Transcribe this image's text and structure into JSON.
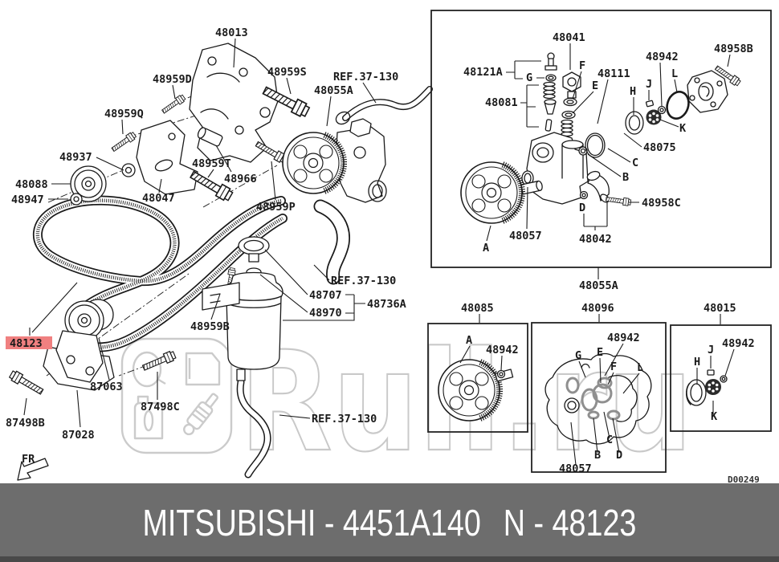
{
  "watermark": {
    "text": "Ruli.ru"
  },
  "footer": {
    "left": "MITSUBISHI - 4451A140",
    "right": "N - 48123",
    "background": "#6d6d6d",
    "text_color": "#ffffff"
  },
  "diagram": {
    "ref_label": "REF.37-130",
    "fr_label": "FR",
    "drawing_code": "D00249",
    "highlighted_part": "48123",
    "highlight_color": "#f08080",
    "parts": {
      "48013": "48013",
      "48959D": "48959D",
      "48959Q": "48959Q",
      "48959S": "48959S",
      "48055A": "48055A",
      "48937": "48937",
      "48088": "48088",
      "48947": "48947",
      "48047": "48047",
      "48959T": "48959T",
      "48966": "48966",
      "48959P": "48959P",
      "48123": "48123",
      "87063": "87063",
      "87498B": "87498B",
      "87028": "87028",
      "87498C": "87498C",
      "48959B": "48959B",
      "48707": "48707",
      "48970": "48970",
      "48736A": "48736A",
      "48041": "48041",
      "48121A": "48121A",
      "48081": "48081",
      "48111": "48111",
      "48942": "48942",
      "48958B": "48958B",
      "48075": "48075",
      "48057": "48057",
      "48042": "48042",
      "48958C": "48958C",
      "48085": "48085",
      "48096": "48096",
      "48015": "48015"
    },
    "letters": {
      "A": "A",
      "B": "B",
      "C": "C",
      "D": "D",
      "E": "E",
      "F": "F",
      "G": "G",
      "H": "H",
      "J": "J",
      "K": "K",
      "L": "L"
    }
  }
}
